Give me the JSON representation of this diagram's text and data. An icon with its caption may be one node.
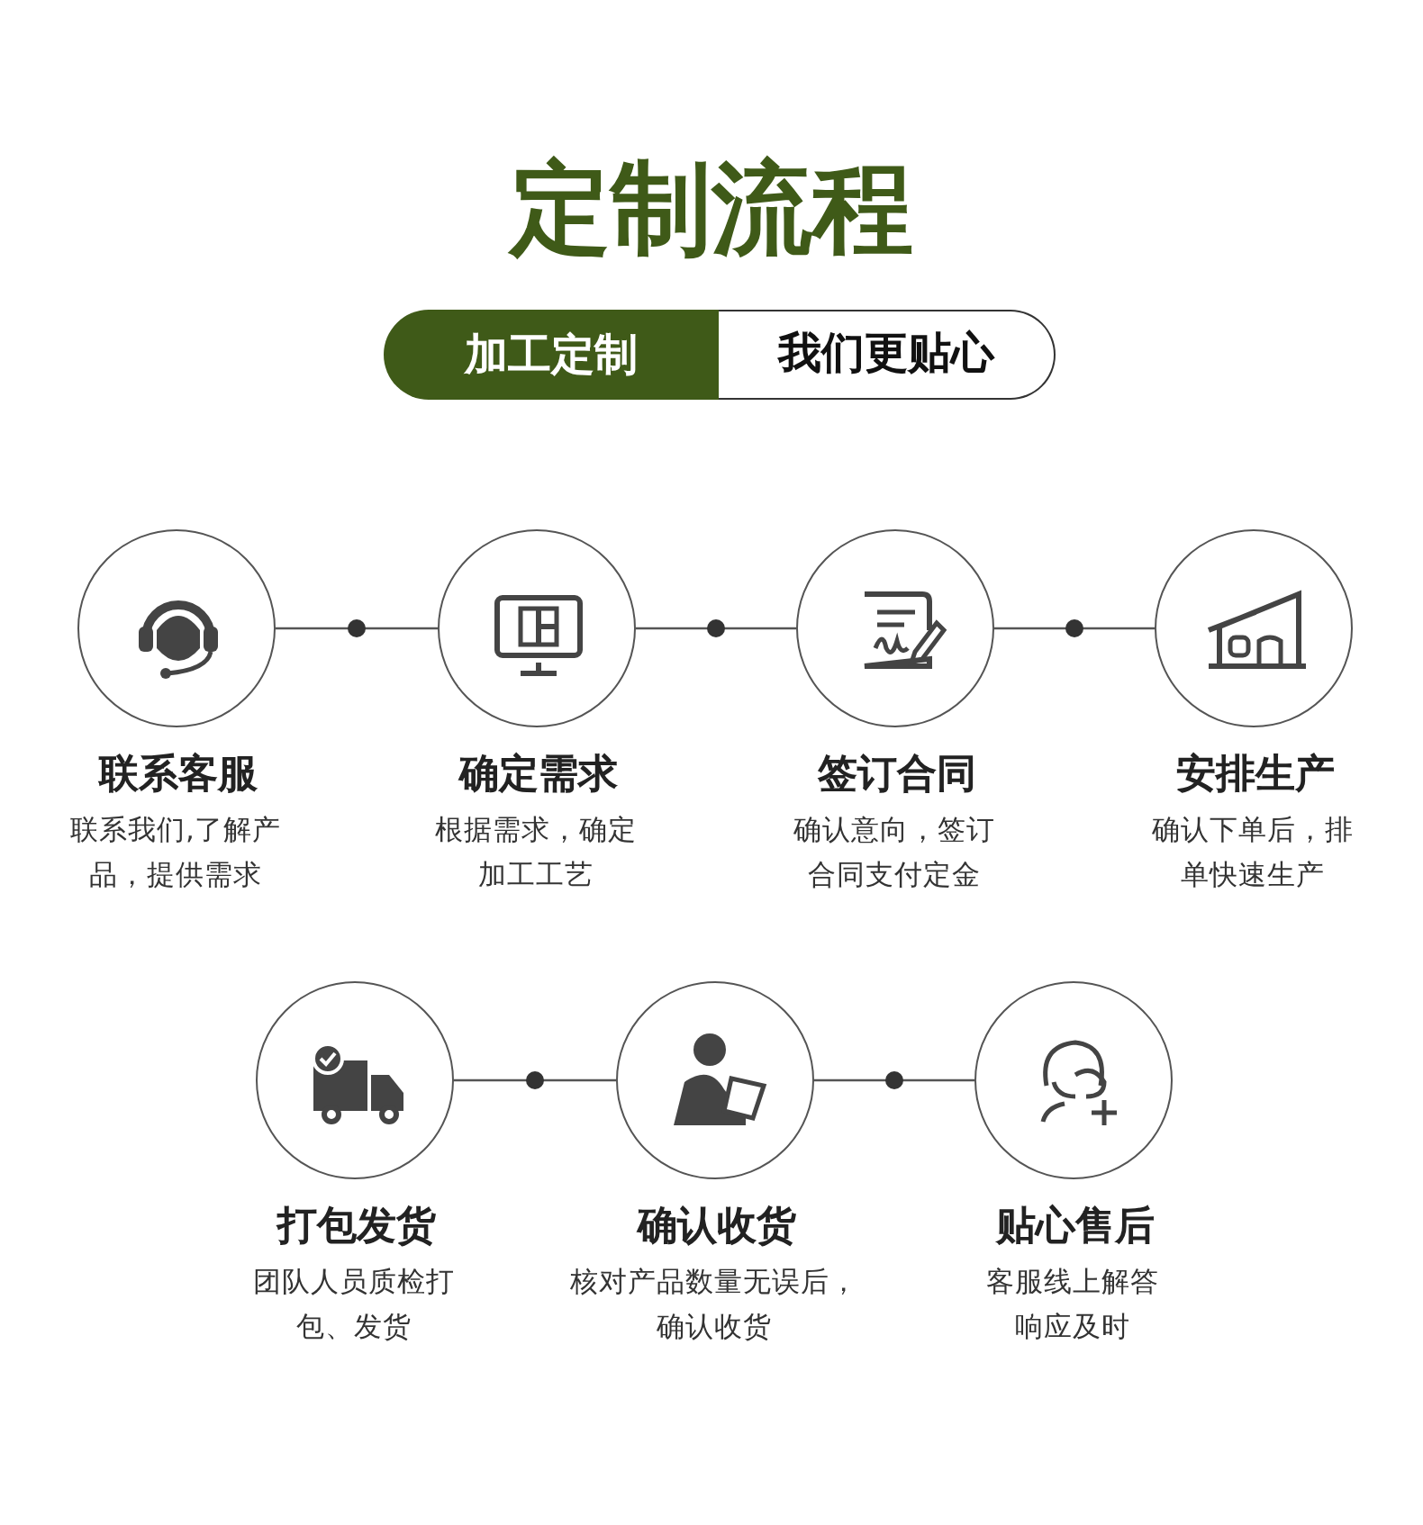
{
  "diagram": {
    "title": "定制流程",
    "labels": [
      "加工定制",
      "我们更贴心"
    ],
    "nodes": [
      {
        "text": [
          "联系客服",
          "联系我们,了解产品，提供需求"
        ]
      },
      {
        "text": [
          "确定需求",
          "根据需求，确定加工工艺"
        ]
      },
      {
        "text": [
          "签订合同",
          "确认意向，签订合同支付定金"
        ]
      },
      {
        "text": [
          "安排生产",
          "确认下单后，排单快速生产"
        ]
      },
      {
        "text": [
          "打包发货",
          "团队人员质检打包、发货"
        ]
      },
      {
        "text": [
          "确认收货",
          "核对产品数量无误后，确认收货"
        ]
      },
      {
        "text": [
          "贴心售后",
          "客服线上解答响应及时"
        ]
      }
    ],
    "edges": [
      {
        "from": 0,
        "to": 1,
        "arrow": "none"
      },
      {
        "from": 1,
        "to": 2,
        "arrow": "none"
      },
      {
        "from": 2,
        "to": 3,
        "arrow": "none"
      },
      {
        "from": 4,
        "to": 5,
        "arrow": "none"
      },
      {
        "from": 5,
        "to": 6,
        "arrow": "none"
      }
    ]
  }
}
